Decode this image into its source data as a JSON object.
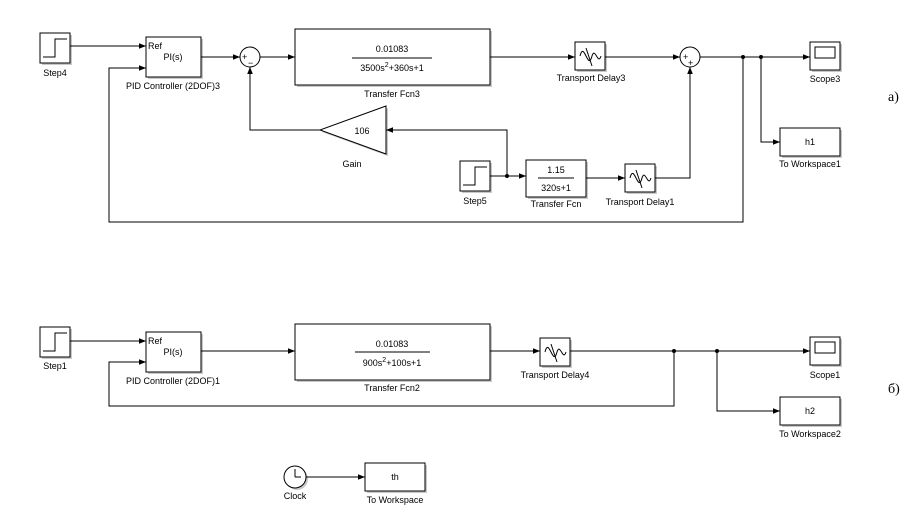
{
  "panel_a": {
    "label": "а)",
    "step4": "Step4",
    "pid": {
      "ref": "Ref",
      "fn": "PI(s)",
      "name": "PID Controller (2DOF)3"
    },
    "sum1": {
      "plus": "+",
      "minus": "−"
    },
    "tf3": {
      "num": "0.01083",
      "den_a": "3500s",
      "den_exp": "2",
      "den_b": "+360s+1",
      "name": "Transfer Fcn3"
    },
    "delay3": "Transport Delay3",
    "sum2": {
      "plus1": "+",
      "plus2": "+"
    },
    "scope3": "Scope3",
    "ws1": {
      "var": "h1",
      "name": "To Workspace1"
    },
    "gain": {
      "value": "106",
      "name": "Gain"
    },
    "step5": "Step5",
    "tf": {
      "num": "1.15",
      "den": "320s+1",
      "name": "Transfer Fcn"
    },
    "delay1": "Transport Delay1"
  },
  "panel_b": {
    "label": "б)",
    "step1": "Step1",
    "pid": {
      "ref": "Ref",
      "fn": "PI(s)",
      "name": "PID Controller (2DOF)1"
    },
    "tf2": {
      "num": "0.01083",
      "den_a": "900s",
      "den_exp": "2",
      "den_b": "+100s+1",
      "name": "Transfer Fcn2"
    },
    "delay4": "Transport Delay4",
    "scope1": "Scope1",
    "ws2": {
      "var": "h2",
      "name": "To Workspace2"
    }
  },
  "clock_section": {
    "clock": "Clock",
    "ws": {
      "var": "th",
      "name": "To Workspace"
    }
  }
}
